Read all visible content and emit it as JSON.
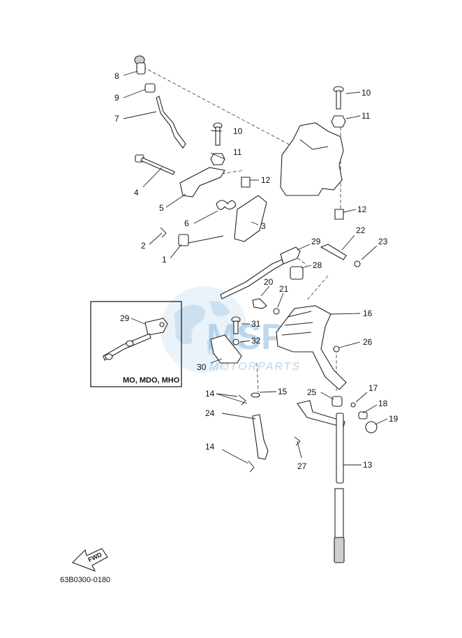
{
  "diagram": {
    "drawing_code": "63B0300-0180",
    "direction_label": "FWD",
    "inset": {
      "title": "MO, MDO, MHO",
      "part_number": "29"
    },
    "watermark": {
      "logo": "MSP",
      "text": "MOTORPARTS"
    },
    "callouts": {
      "c1": "1",
      "c2": "2",
      "c3": "3",
      "c4": "4",
      "c5": "5",
      "c6": "6",
      "c7": "7",
      "c8": "8",
      "c9": "9",
      "c10a": "10",
      "c10b": "10",
      "c11a": "11",
      "c11b": "11",
      "c12a": "12",
      "c12b": "12",
      "c13": "13",
      "c14a": "14",
      "c14b": "14",
      "c15": "15",
      "c16": "16",
      "c17": "17",
      "c18": "18",
      "c19": "19",
      "c20": "20",
      "c21": "21",
      "c22": "22",
      "c23": "23",
      "c24": "24",
      "c25": "25",
      "c26": "26",
      "c27": "27",
      "c28": "28",
      "c29": "29",
      "c30": "30",
      "c31": "31",
      "c32": "32"
    }
  }
}
